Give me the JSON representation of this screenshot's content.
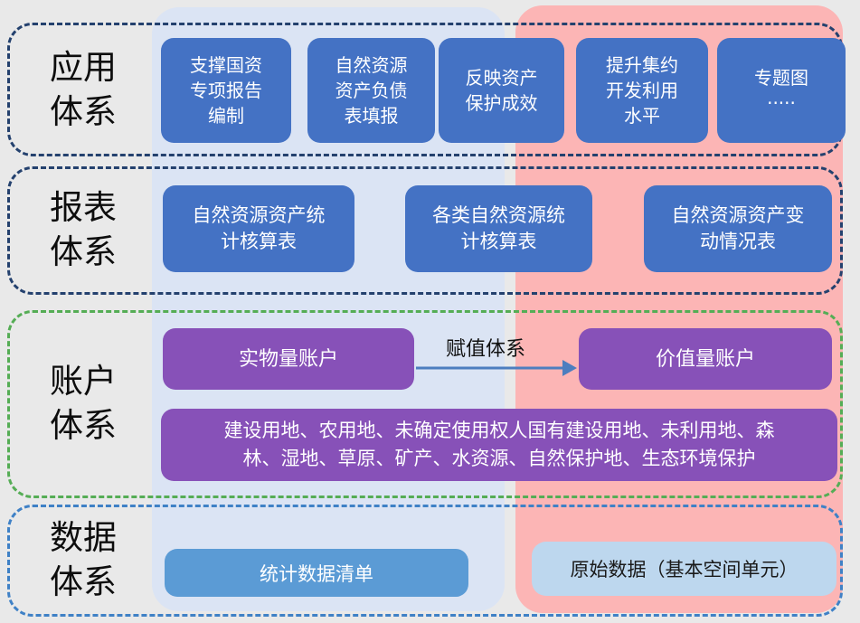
{
  "colors": {
    "background": "#e9e9e9",
    "blue_band": "#dbe4f4",
    "pink_band": "#fcb5b5",
    "blue_box": "#4472c4",
    "purple_box": "#8751b8",
    "steel_blue_box": "#5b9bd5",
    "pale_blue_box": "#bdd7ee",
    "navy_dash": "#24416e",
    "green_dash": "#55ad55",
    "blue_dash": "#3f81c6",
    "arrow": "#4d7ebf"
  },
  "sections": [
    {
      "label": "应用\n体系",
      "boxes": [
        "支撑国资\n专项报告\n编制",
        "自然资源\n资产负债\n表填报",
        "反映资产\n保护成效",
        "提升集约\n开发利用\n水平",
        "专题图\n·····"
      ]
    },
    {
      "label": "报表\n体系",
      "boxes": [
        "自然资源资产统\n计核算表",
        "各类自然资源统\n计核算表",
        "自然资源资产变\n动情况表"
      ]
    },
    {
      "label": "账户\n体系",
      "physical_account": "实物量账户",
      "arrow_label": "赋值体系",
      "value_account": "价值量账户",
      "categories": "建设用地、农用地、未确定使用权人国有建设用地、未利用地、森\n林、湿地、草原、矿产、水资源、自然保护地、生态环境保护"
    },
    {
      "label": "数据\n体系",
      "statistical_list": "统计数据清单",
      "raw_data": "原始数据（基本空间单元）"
    }
  ]
}
